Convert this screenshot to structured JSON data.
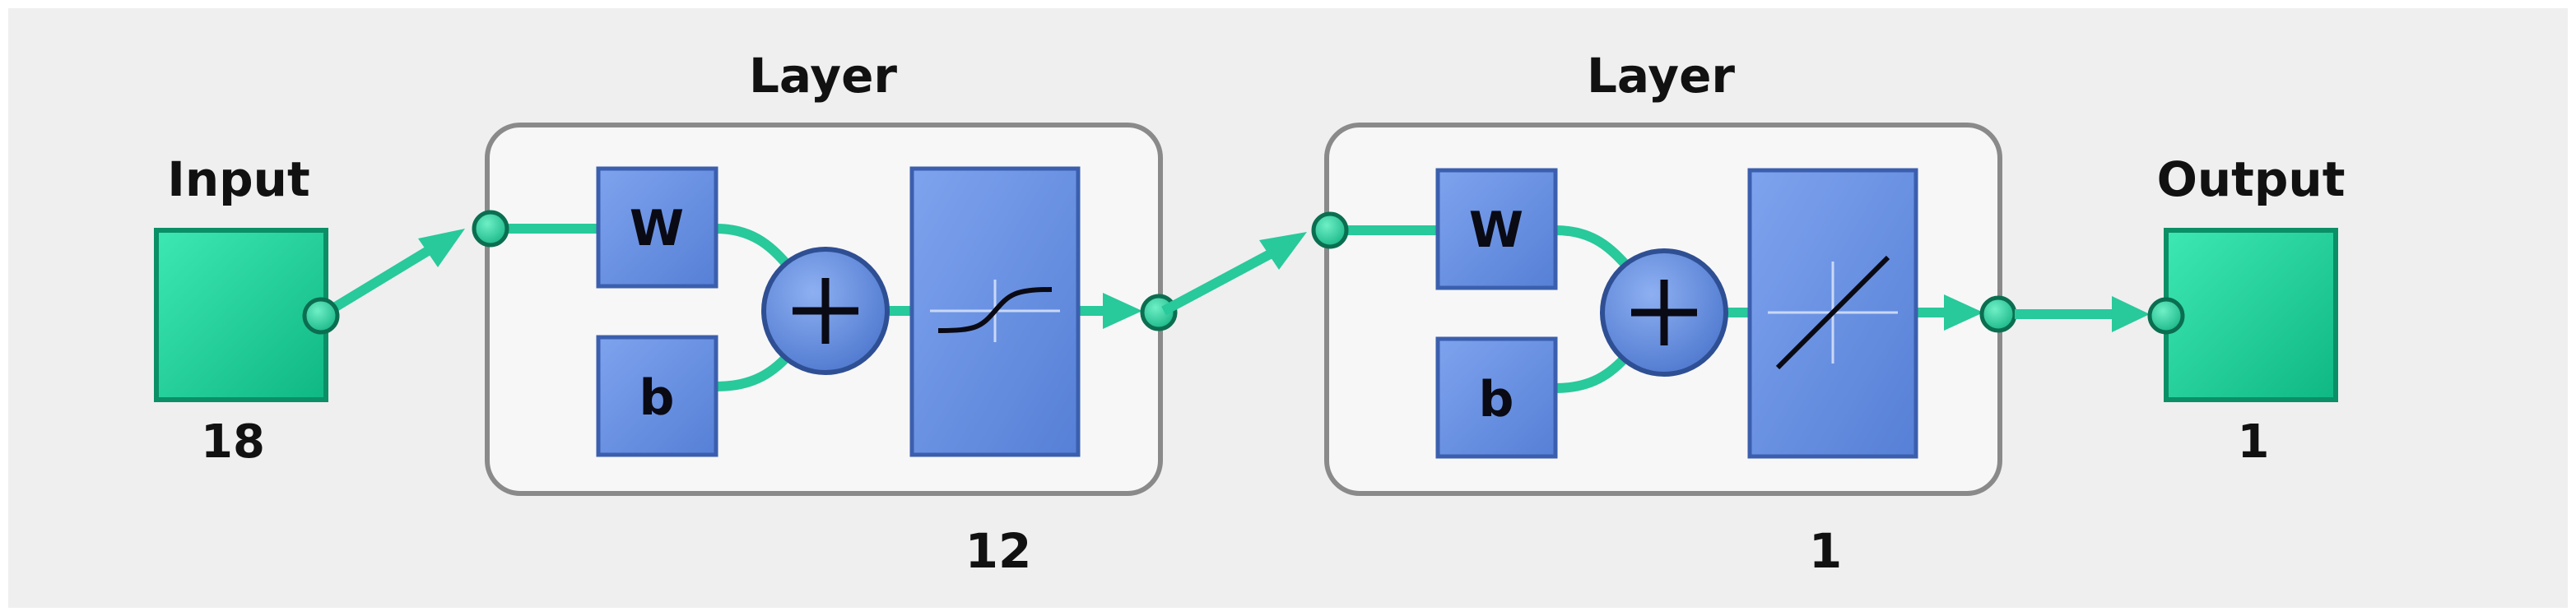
{
  "input": {
    "label": "Input",
    "size": "18"
  },
  "layers": [
    {
      "title": "Layer",
      "size": "12",
      "weight_label": "W",
      "bias_label": "b",
      "transfer": "sigmoid"
    },
    {
      "title": "Layer",
      "size": "1",
      "weight_label": "W",
      "bias_label": "b",
      "transfer": "linear"
    }
  ],
  "output": {
    "label": "Output",
    "size": "1"
  },
  "colors": {
    "background": "#efefef",
    "io_block": "#17d69a",
    "layer_block": "#6d96e6",
    "connector": "#28c99b",
    "layer_frame": "#f7f7f7"
  }
}
